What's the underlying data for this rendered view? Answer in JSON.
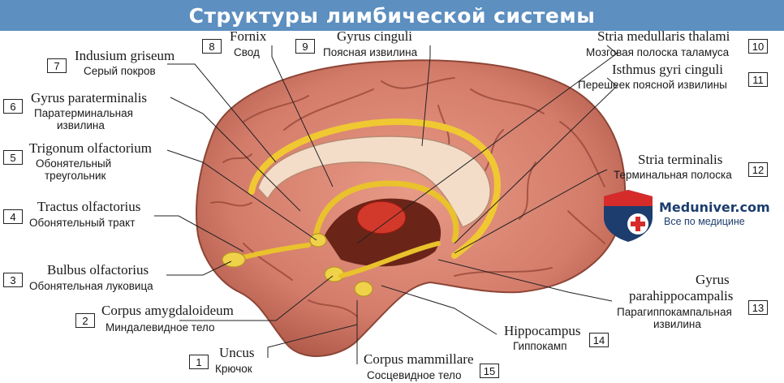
{
  "title": "Структуры лимбической системы",
  "logo": {
    "brand": "Meduniver.com",
    "tagline": "Все по медицине"
  },
  "labels": [
    {
      "num": "1",
      "latin": "Uncus",
      "russian": "Крючок"
    },
    {
      "num": "2",
      "latin": "Corpus amygdaloideum",
      "russian": "Миндалевидное тело"
    },
    {
      "num": "3",
      "latin": "Bulbus olfactorius",
      "russian": "Обонятельная луковица"
    },
    {
      "num": "4",
      "latin": "Tractus olfactorius",
      "russian": "Обонятельный тракт"
    },
    {
      "num": "5",
      "latin": "Trigonum olfactorium",
      "russian": "Обонятельный",
      "russian2": "треугольник"
    },
    {
      "num": "6",
      "latin": "Gyrus paraterminalis",
      "russian": "Паратерминальная",
      "russian2": "извилина"
    },
    {
      "num": "7",
      "latin": "Indusium griseum",
      "russian": "Серый покров"
    },
    {
      "num": "8",
      "latin": "Fornix",
      "russian": "Свод"
    },
    {
      "num": "9",
      "latin": "Gyrus cinguli",
      "russian": "Поясная извилина"
    },
    {
      "num": "10",
      "latin": "Stria medullaris thalami",
      "russian": "Мозговая полоска таламуса"
    },
    {
      "num": "11",
      "latin": "Isthmus gyri cinguli",
      "russian": "Перешеек поясной извилины"
    },
    {
      "num": "12",
      "latin": "Stria terminalis",
      "russian": "Терминальная полоска"
    },
    {
      "num": "13",
      "latin": "Gyrus",
      "latin2": "parahippocampalis",
      "russian": "Парагиппокампальная",
      "russian2": "извилина"
    },
    {
      "num": "14",
      "latin": "Hippocampus",
      "russian": "Гиппокамп"
    },
    {
      "num": "15",
      "latin": "Corpus mammillare",
      "russian": "Сосцевидное тело"
    }
  ]
}
